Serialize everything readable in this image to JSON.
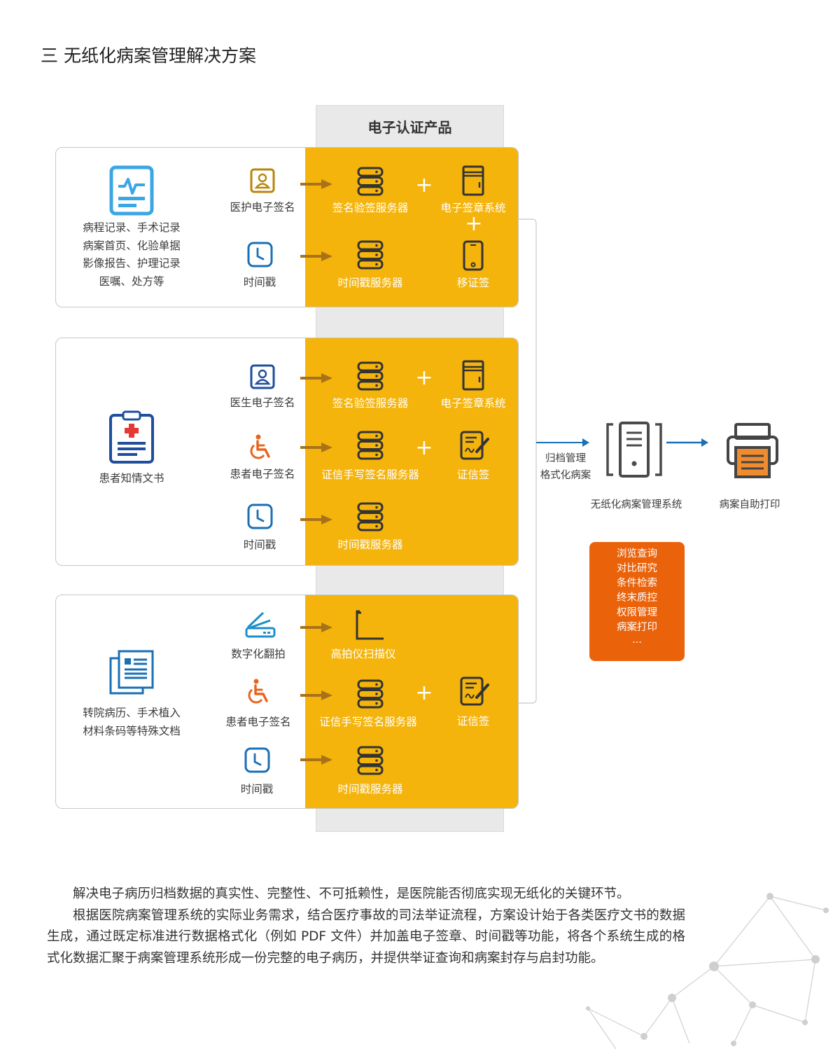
{
  "page_title": "三 无纸化病案管理解决方案",
  "column_header": "电子认证产品",
  "panel1": {
    "documents": [
      "病程记录、手术记录",
      "病案首页、化验单据",
      "影像报告、护理记录",
      "医嘱、处方等"
    ],
    "row1": {
      "signer": "医护电子签名",
      "server": "签名验签服务器",
      "product": "电子签章系统"
    },
    "row2": {
      "signer": "时间戳",
      "server": "时间戳服务器",
      "product": "移证签"
    }
  },
  "panel2": {
    "documents": [
      "患者知情文书"
    ],
    "row1": {
      "signer": "医生电子签名",
      "server": "签名验签服务器",
      "product": "电子签章系统"
    },
    "row2": {
      "signer": "患者电子签名",
      "server": "证信手写签名服务器",
      "product": "证信签"
    },
    "row3": {
      "signer": "时间戳",
      "server": "时间戳服务器"
    }
  },
  "panel3": {
    "documents": [
      "转院病历、手术植入",
      "材料条码等特殊文档"
    ],
    "row1": {
      "signer": "数字化翻拍",
      "server": "高拍仪扫描仪"
    },
    "row2": {
      "signer": "患者电子签名",
      "server": "证信手写签名服务器",
      "product": "证信签"
    },
    "row3": {
      "signer": "时间戳",
      "server": "时间戳服务器"
    }
  },
  "flow": {
    "archive_label": [
      "归档管理",
      "格式化病案"
    ],
    "system_label": "无纸化病案管理系统",
    "print_label": "病案自助打印"
  },
  "features": [
    "浏览查询",
    "对比研究",
    "条件检索",
    "终末质控",
    "权限管理",
    "病案打印",
    "..."
  ],
  "paragraphs": [
    "解决电子病历归档数据的真实性、完整性、不可抵赖性，是医院能否彻底实现无纸化的关键环节。",
    "根据医院病案管理系统的实际业务需求，结合医疗事故的司法举证流程，方案设计始于各类医疗文书的数据生成，通过既定标准进行数据格式化（例如 PDF 文件）并加盖电子签章、时间戳等功能，将各个系统生成的格式化数据汇聚于病案管理系统形成一份完整的电子病历，并提供举证查询和病案封存与启封功能。"
  ],
  "colors": {
    "yellow": "#f5b40c",
    "orange": "#ea6209",
    "blue": "#1a6fb5",
    "arrow": "#a8721a",
    "gold": "#b8860b"
  }
}
